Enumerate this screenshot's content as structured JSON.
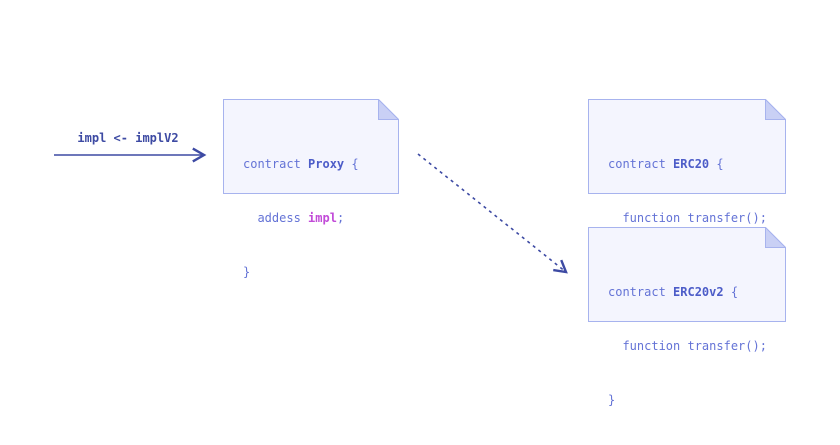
{
  "upgrade_label": "impl <- implV2",
  "colors": {
    "card_fill": "#f4f5fe",
    "card_border": "#a7b3ee",
    "fold": "#c9d0f5",
    "text": "#6473d6",
    "accent": "#c24bd8",
    "arrow": "#3d4aa3"
  },
  "proxy": {
    "keyword": "contract",
    "name": "Proxy",
    "open": "{",
    "field_type": "addess",
    "field_name": "impl",
    "semicolon": ";",
    "close": "}"
  },
  "erc20": {
    "keyword": "contract",
    "name": "ERC20",
    "open": "{",
    "body": "function transfer();",
    "close": "}"
  },
  "erc20v2": {
    "keyword": "contract",
    "name": "ERC20v2",
    "open": "{",
    "body": "function transfer();",
    "close": "}"
  }
}
